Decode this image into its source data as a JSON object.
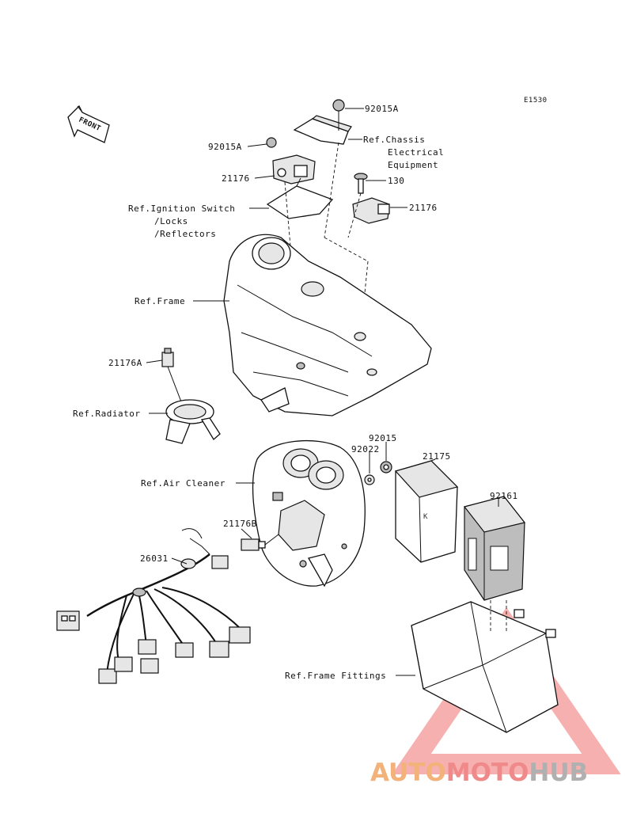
{
  "diagram": {
    "code": "E1530",
    "front_label": "FRONT",
    "labels": {
      "p92015a_top": "92015A",
      "ref_chassis_1": "Ref.Chassis",
      "ref_chassis_2": "Electrical",
      "ref_chassis_3": "Equipment",
      "p92015a_left": "92015A",
      "p21176_left": "21176",
      "p130": "130",
      "p21176_right": "21176",
      "ref_ignition_1": "Ref.Ignition Switch",
      "ref_ignition_2": "/Locks",
      "ref_ignition_3": "/Reflectors",
      "ref_frame": "Ref.Frame",
      "p21176a": "21176A",
      "ref_radiator": "Ref.Radiator",
      "p92015": "92015",
      "p92022": "92022",
      "p21175": "21175",
      "ref_air_cleaner": "Ref.Air Cleaner",
      "p92161": "92161",
      "p21176b": "21176B",
      "p26031": "26031",
      "ref_frame_fittings": "Ref.Frame Fittings"
    }
  },
  "watermark": {
    "part1": "AUTO",
    "part2": "MOTO",
    "part3": "HUB",
    "color_auto": "#f2b27a",
    "color_moto": "#f08a8a",
    "color_hub": "#b0b0b0"
  }
}
